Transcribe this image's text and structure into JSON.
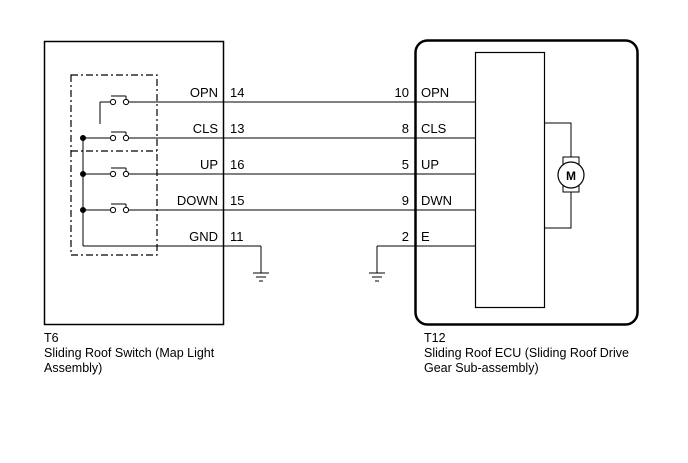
{
  "colors": {
    "line": "#000000",
    "background": "#ffffff"
  },
  "switch_unit": {
    "code": "T6",
    "name_line1": "Sliding Roof Switch (Map Light",
    "name_line2": "Assembly)",
    "pins": [
      {
        "label": "OPN",
        "pin": "14"
      },
      {
        "label": "CLS",
        "pin": "13"
      },
      {
        "label": "UP",
        "pin": "16"
      },
      {
        "label": "DOWN",
        "pin": "15"
      },
      {
        "label": "GND",
        "pin": "11"
      }
    ]
  },
  "ecu_unit": {
    "code": "T12",
    "name_line1": "Sliding Roof ECU (Sliding Roof Drive",
    "name_line2": "Gear Sub-assembly)",
    "pins": [
      {
        "label": "OPN",
        "pin": "10"
      },
      {
        "label": "CLS",
        "pin": "8"
      },
      {
        "label": "UP",
        "pin": "5"
      },
      {
        "label": "DWN",
        "pin": "9"
      },
      {
        "label": "E",
        "pin": "2"
      }
    ],
    "motor_label": "M"
  },
  "icons": {
    "switch": "switch-contact-icon",
    "ground": "ground-icon",
    "motor": "motor-icon"
  }
}
